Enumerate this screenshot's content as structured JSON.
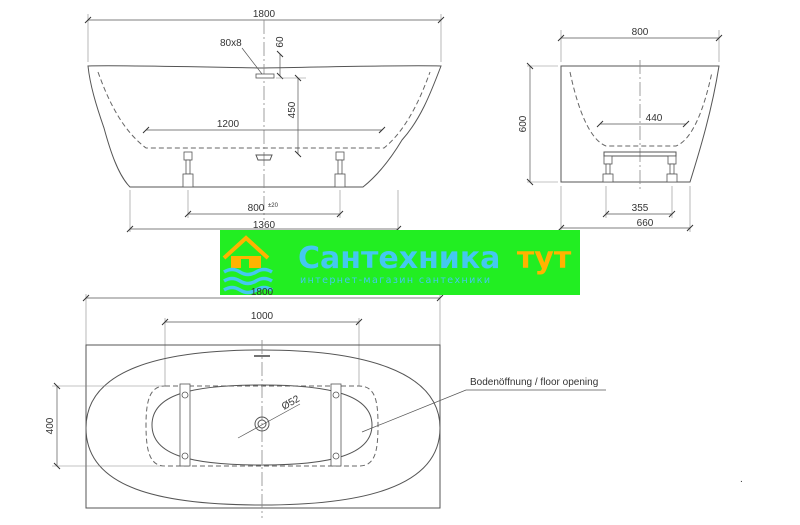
{
  "side_view": {
    "overall_length": "1800",
    "overflow_size": "80x8",
    "overflow_height": "60",
    "overflow_depth": "450",
    "inner_length": "1200",
    "feet_spacing": "800",
    "feet_spacing_tolerance": "±20",
    "base_length": "1360"
  },
  "end_view": {
    "overall_width": "800",
    "height": "600",
    "inner_width": "440",
    "feet_spacing": "355",
    "base_width": "660"
  },
  "plan_view": {
    "overall_length": "1800",
    "floor_opening_length": "1000",
    "floor_opening_width": "400",
    "drain_diameter": "Ø52",
    "floor_opening_label": "Bodenöffnung /  floor opening"
  },
  "watermark": {
    "title_main": "Сантехника",
    "title_accent": "тут",
    "subtitle": "интернет-магазин сантехники",
    "colors": {
      "panel": "#22ee22",
      "text": "#44c8f0",
      "accent": "#ffb300"
    }
  }
}
